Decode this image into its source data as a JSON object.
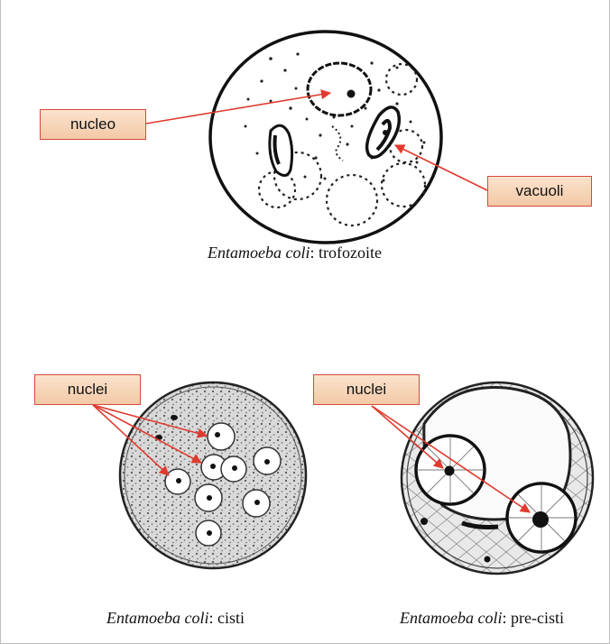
{
  "trofozoite": {
    "label_nucleo": "nucleo",
    "label_vacuoli": "vacuoli",
    "caption_species": "Entamoeba coli",
    "caption_stage": ": trofozoite"
  },
  "cisti": {
    "label_nuclei": "nuclei",
    "caption_species": "Entamoeba coli",
    "caption_stage": ": cisti"
  },
  "precisti": {
    "label_nuclei": "nuclei",
    "caption_species": "Entamoeba coli",
    "caption_stage": ": pre-cisti"
  },
  "colors": {
    "label_border": "#d64a3a",
    "label_fill": "#f6d2b3",
    "arrow": "#e03a2e",
    "ink": "#111111"
  }
}
